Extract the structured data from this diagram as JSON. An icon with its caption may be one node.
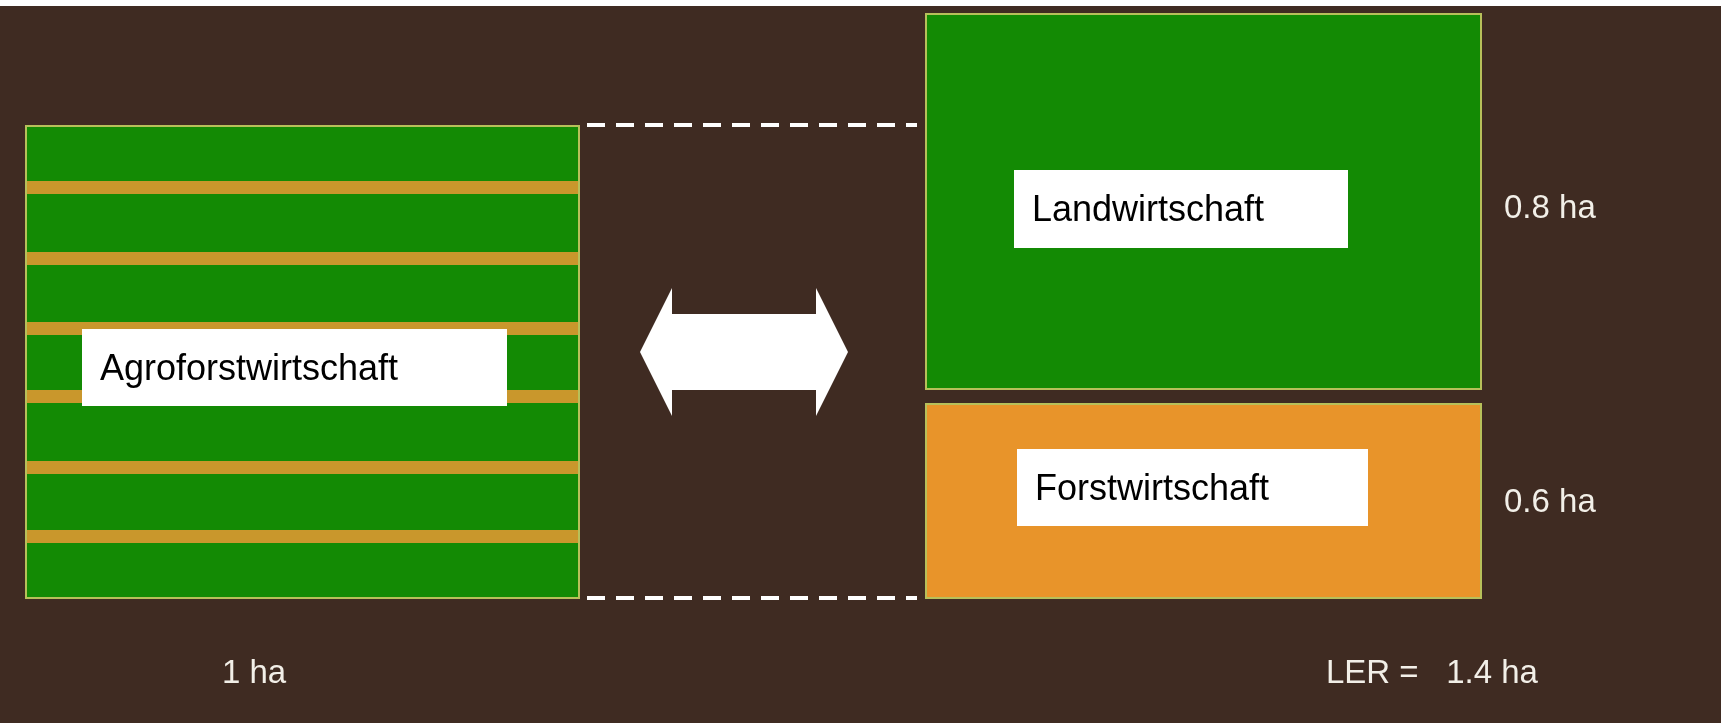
{
  "diagram": {
    "nodes": [
      {
        "text": [
          "Agroforstwirtschaft"
        ],
        "beside": [
          "1 ha"
        ]
      },
      {
        "text": [
          "Landwirtschaft"
        ],
        "beside": [
          "0.8 ha"
        ]
      },
      {
        "text": [
          "Forstwirtschaft"
        ],
        "beside": [
          "0.6 ha"
        ]
      }
    ],
    "edges": [
      {
        "from": 0,
        "to": 1,
        "arrow": "both"
      }
    ],
    "labels": [
      "LER =   1.4 ha"
    ]
  }
}
